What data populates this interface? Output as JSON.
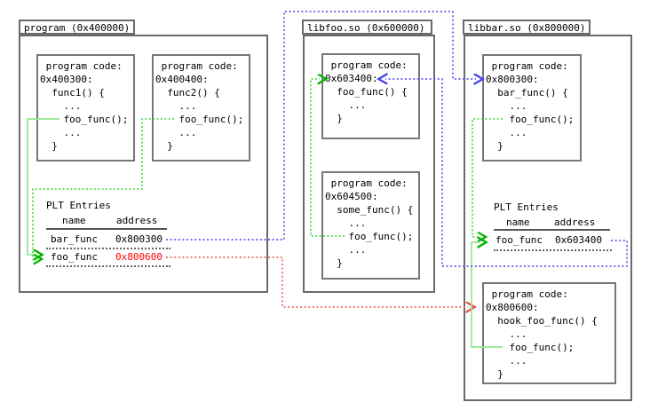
{
  "colors": {
    "box_border": "#6a6a6a",
    "green_solid_line": "#8fe88f",
    "green_dotted_line": "#3fd33f",
    "green_arrowhead": "#00b400",
    "blue_dotted_line": "#5c5cf0",
    "red_dotted_line": "#f06a6a",
    "hooked_address_text": "#ff0000"
  },
  "program": {
    "title": "program (0x400000)",
    "func1_code": " program code:\n0x400300:\n  func1() {\n    ...\n    foo_func();\n    ...\n  }",
    "func2_code": " program code:\n0x400400:\n  func2() {\n    ...\n    foo_func();\n    ...\n  }",
    "plt": {
      "title": "PLT Entries",
      "col_name": "name",
      "col_address": "address",
      "rows": [
        {
          "name": "bar_func",
          "address": "0x800300"
        },
        {
          "name": "foo_func",
          "address": "0x800600"
        }
      ]
    }
  },
  "libfoo": {
    "title": "libfoo.so (0x600000)",
    "foo_code": " program code:\n0x603400:\n  foo_func() {\n    ...\n  }",
    "some_code": " program code:\n0x604500:\n  some_func() {\n    ...\n    foo_func();\n    ...\n  }"
  },
  "libbar": {
    "title": "libbar.so (0x800000)",
    "bar_code": " program code:\n0x800300:\n  bar_func() {\n    ...\n    foo_func();\n    ...\n  }",
    "hook_code": " program code:\n0x800600:\n  hook_foo_func() {\n    ...\n    foo_func();\n    ...\n  }",
    "plt": {
      "title": "PLT Entries",
      "col_name": "name",
      "col_address": "address",
      "rows": [
        {
          "name": "foo_func",
          "address": "0x603400"
        }
      ]
    }
  },
  "arrows": [
    {
      "from": "program.func1.foo_func_call",
      "to": "program.plt.foo_func_row",
      "color": "green",
      "style": "solid"
    },
    {
      "from": "program.func2.foo_func_call",
      "to": "program.plt.foo_func_row",
      "color": "green",
      "style": "dotted"
    },
    {
      "from": "program.plt.bar_func_row",
      "to": "libbar.code_0x800300_bar_func",
      "color": "blue",
      "style": "dotted"
    },
    {
      "from": "program.plt.foo_func_row",
      "to": "libbar.code_0x800600_hook_foo_func",
      "color": "red",
      "style": "dotted"
    },
    {
      "from": "libbar.bar_func.foo_func_call",
      "to": "libbar.plt.foo_func_row",
      "color": "green",
      "style": "dotted"
    },
    {
      "from": "libbar.hook_foo_func.foo_func_call",
      "to": "libbar.plt.foo_func_row",
      "color": "green",
      "style": "solid"
    },
    {
      "from": "libbar.plt.foo_func_row",
      "to": "libfoo.code_0x603400_foo_func",
      "color": "blue",
      "style": "dotted"
    },
    {
      "from": "libfoo.some_func.foo_func_call",
      "to": "libfoo.code_0x603400_foo_func",
      "color": "green",
      "style": "dotted"
    }
  ]
}
